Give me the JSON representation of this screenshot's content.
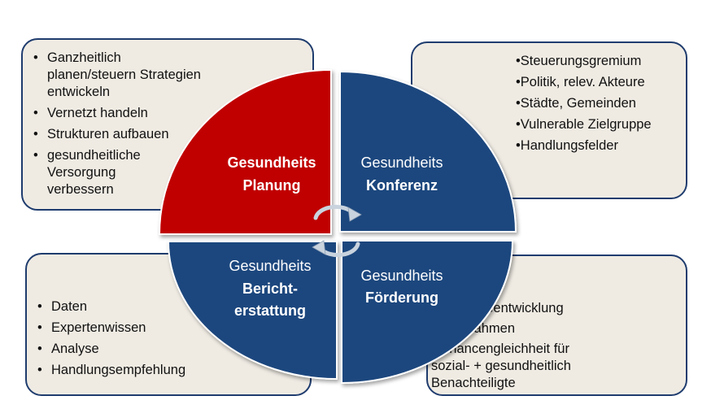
{
  "colors": {
    "planung": "#c00000",
    "blue": "#1f477e",
    "box_border": "#1f3c6e",
    "box_fill": "#efebe3",
    "arrow": "#b8c4d2"
  },
  "boxes": {
    "top_left": {
      "items": [
        "Ganzheitlich planen/steuern Strategien entwickeln",
        "Vernetzt handeln",
        "Strukturen aufbauen",
        "gesundheitliche Versorgung verbessern"
      ]
    },
    "top_right": {
      "items": [
        "Steuerungsgremium",
        "Politik, relev. Akteure",
        "Städte, Gemeinden",
        "Vulnerable Zielgruppe",
        "Handlungsfelder"
      ]
    },
    "bottom_left": {
      "items": [
        "Daten",
        "Expertenwissen",
        "Analyse",
        "Handlungsempfehlung"
      ]
    },
    "bottom_right": {
      "items": [
        "Strategieentwicklung",
        "Maßnahmen",
        "Chancengleichheit für sozial- + gesundheitlich Benachteiligte"
      ]
    }
  },
  "segments": {
    "planung": {
      "line1": "Gesundheits",
      "line2": "Planung"
    },
    "konferenz": {
      "line1": "Gesundheits",
      "line2": "Konferenz"
    },
    "bericht": {
      "line1": "Gesundheits",
      "line2": "Bericht-",
      "line3": "erstattung"
    },
    "foerderung": {
      "line1": "Gesundheits",
      "line2": "Förderung"
    }
  },
  "icons": {
    "cycle": "circular-arrows-icon"
  }
}
